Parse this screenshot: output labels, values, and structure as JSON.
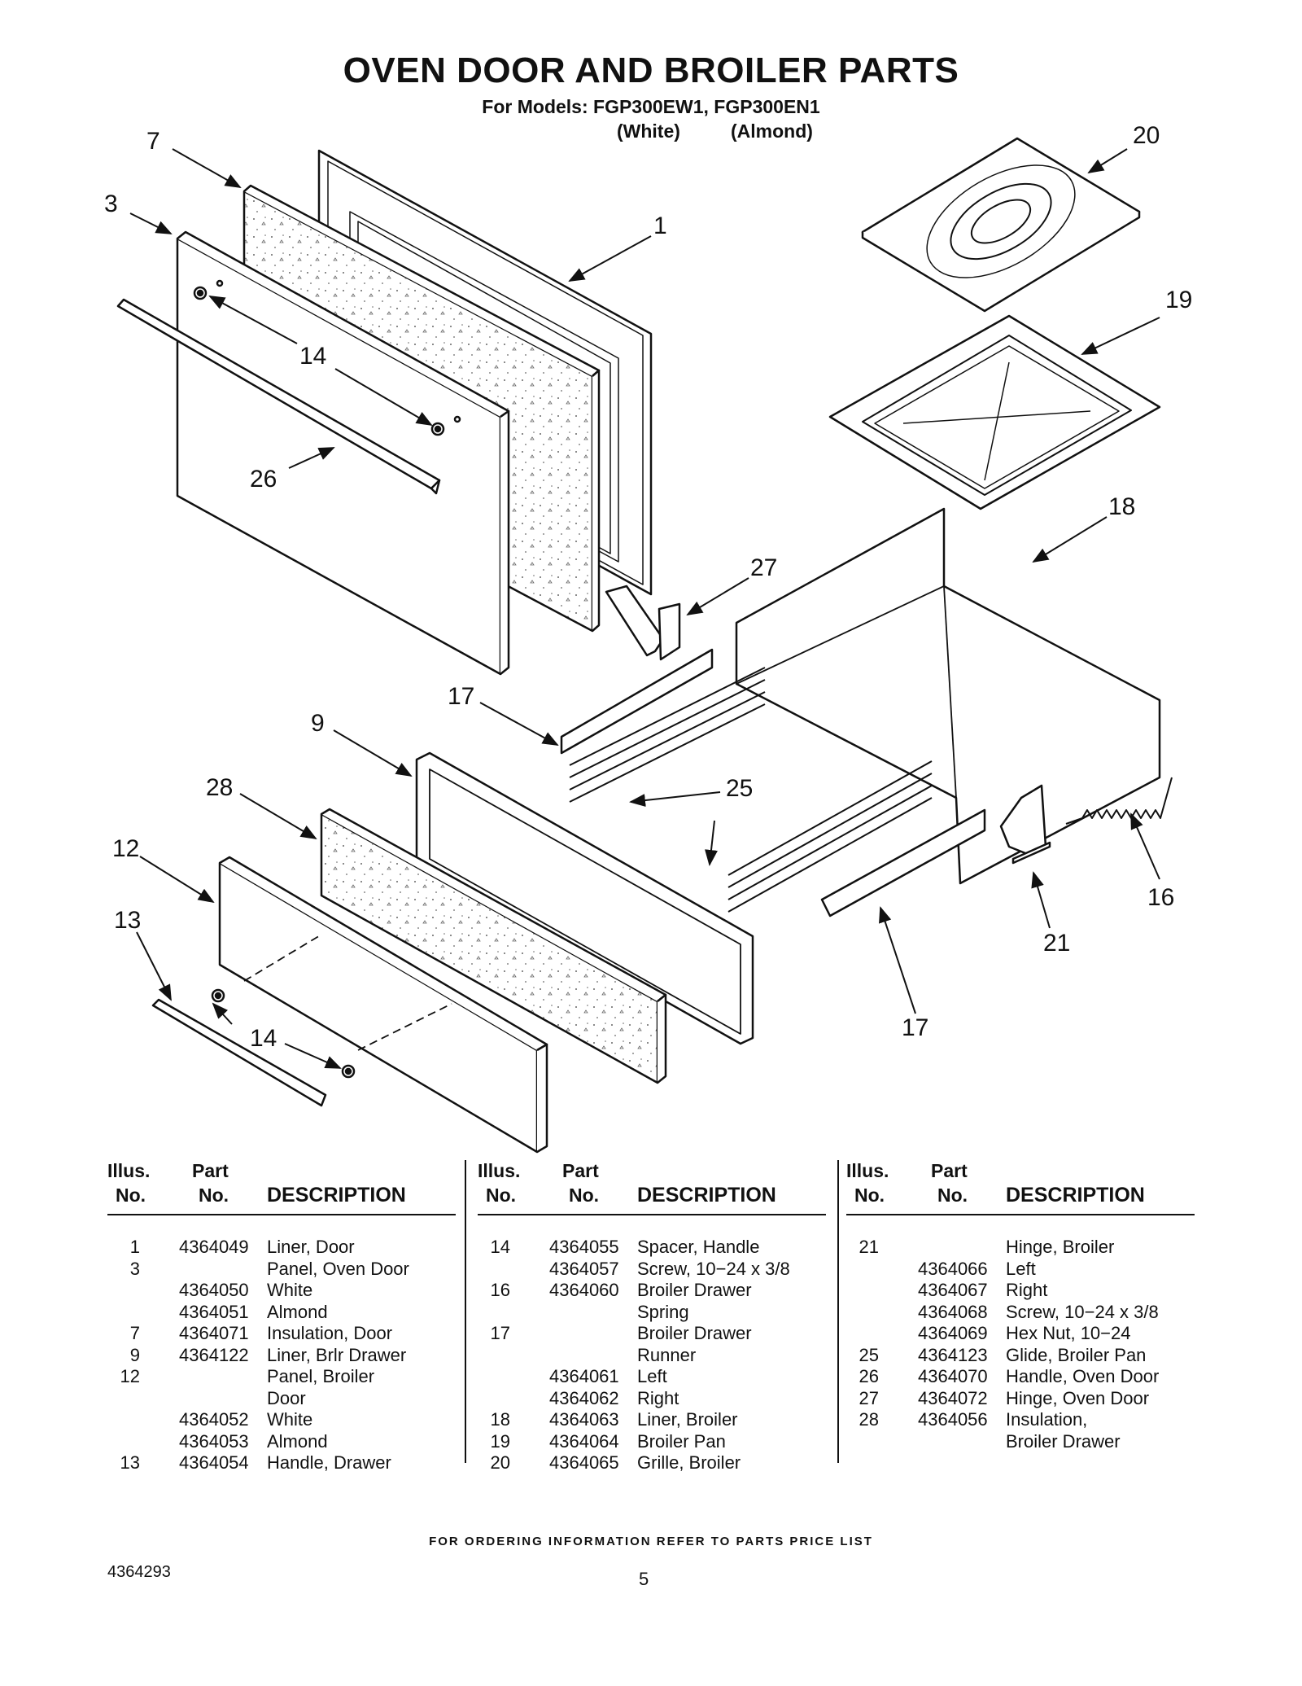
{
  "header": {
    "title": "OVEN DOOR AND BROILER PARTS",
    "models": "For Models: FGP300EW1, FGP300EN1",
    "variant_white": "(White)",
    "variant_almond": "(Almond)"
  },
  "diagram": {
    "callouts": [
      "7",
      "3",
      "1",
      "20",
      "19",
      "14",
      "26",
      "18",
      "27",
      "17",
      "9",
      "25",
      "28",
      "12",
      "13",
      "16",
      "21",
      "14",
      "17"
    ]
  },
  "table": {
    "headers": {
      "illus1": "Illus.",
      "illus2": "No.",
      "part1": "Part",
      "part2": "No.",
      "desc": "DESCRIPTION"
    },
    "col1": [
      [
        "1",
        "4364049",
        "Liner, Door"
      ],
      [
        "3",
        "",
        "Panel, Oven Door"
      ],
      [
        "",
        "4364050",
        "White"
      ],
      [
        "",
        "4364051",
        "Almond"
      ],
      [
        "7",
        "4364071",
        "Insulation, Door"
      ],
      [
        "9",
        "4364122",
        "Liner, Brlr Drawer"
      ],
      [
        "12",
        "",
        "Panel, Broiler"
      ],
      [
        "",
        "",
        "Door"
      ],
      [
        "",
        "4364052",
        "White"
      ],
      [
        "",
        "4364053",
        "Almond"
      ],
      [
        "13",
        "4364054",
        "Handle, Drawer"
      ]
    ],
    "col2": [
      [
        "14",
        "4364055",
        "Spacer, Handle"
      ],
      [
        "",
        "4364057",
        "Screw, 10−24 x 3/8"
      ],
      [
        "16",
        "4364060",
        "Broiler Drawer"
      ],
      [
        "",
        "",
        "Spring"
      ],
      [
        "17",
        "",
        "Broiler Drawer"
      ],
      [
        "",
        "",
        "Runner"
      ],
      [
        "",
        "4364061",
        "Left"
      ],
      [
        "",
        "4364062",
        "Right"
      ],
      [
        "18",
        "4364063",
        "Liner, Broiler"
      ],
      [
        "19",
        "4364064",
        "Broiler Pan"
      ],
      [
        "20",
        "4364065",
        "Grille, Broiler"
      ]
    ],
    "col3": [
      [
        "21",
        "",
        "Hinge, Broiler"
      ],
      [
        "",
        "4364066",
        "Left"
      ],
      [
        "",
        "4364067",
        "Right"
      ],
      [
        "",
        "4364068",
        "Screw, 10−24 x 3/8"
      ],
      [
        "",
        "4364069",
        "Hex Nut, 10−24"
      ],
      [
        "25",
        "4364123",
        "Glide, Broiler Pan"
      ],
      [
        "26",
        "4364070",
        "Handle, Oven Door"
      ],
      [
        "27",
        "4364072",
        "Hinge, Oven Door"
      ],
      [
        "28",
        "4364056",
        "Insulation,"
      ],
      [
        "",
        "",
        "Broiler Drawer"
      ]
    ]
  },
  "footer": {
    "ordering_note": "FOR ORDERING INFORMATION REFER TO PARTS PRICE LIST",
    "doc_number": "4364293",
    "page_number": "5"
  }
}
